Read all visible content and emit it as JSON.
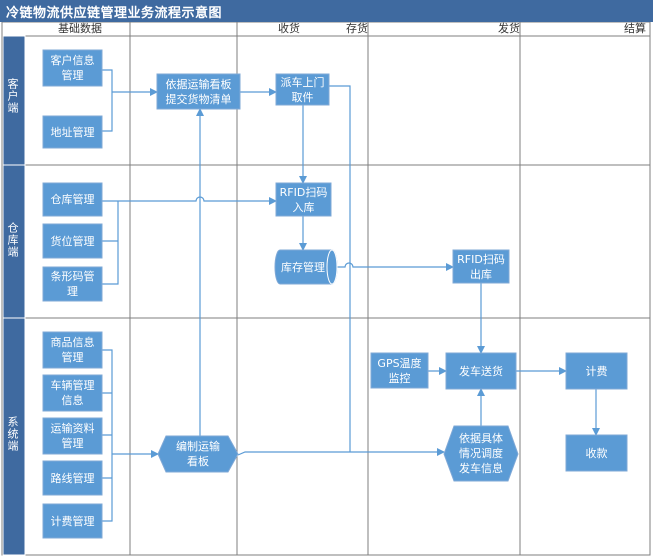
{
  "title": "冷链物流供应链管理业务流程示意图",
  "columns": [
    "基础数据",
    "收货",
    "存货",
    "发货",
    "结算"
  ],
  "lanes": [
    "客户端",
    "仓库端",
    "系统端"
  ],
  "nodes": {
    "customer_info": "客户信息\n管理",
    "address": "地址管理",
    "warehouse": "仓库管理",
    "slot": "货位管理",
    "barcode": "条形码管\n理",
    "goods_info": "商品信息\n管理",
    "vehicle_info": "车辆管理\n信息",
    "transport_info": "运输资料\n管理",
    "route": "路线管理",
    "billing_mgmt": "计费管理",
    "submit_list": "依据运输看板\n提交货物清单",
    "dispatch": "派车上门\n取件",
    "rfid_in": "RFID扫码\n入库",
    "inventory": "库存管理",
    "rfid_out": "RFID扫码\n出库",
    "gps": "GPS温度\n监控",
    "deliver": "发车送货",
    "board": "编制运输\n看板",
    "schedule": "依据具体\n情况调度\n发车信息",
    "charge": "计费",
    "collect": "收款"
  },
  "colors": {
    "header": "#3f6aa0",
    "node": "#5b9bd5",
    "line": "#5b9bd5",
    "grid": "#7f7f7f"
  }
}
